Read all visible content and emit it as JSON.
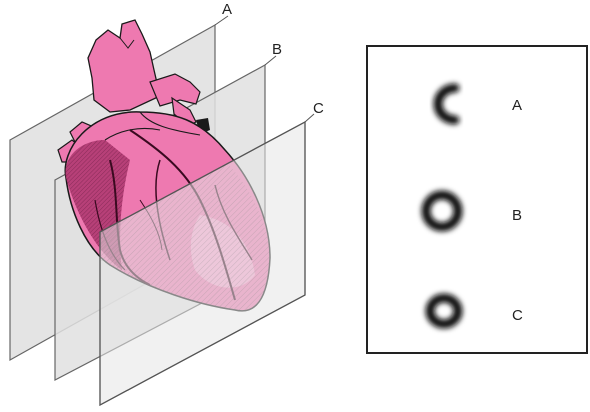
{
  "left_panel": {
    "plane_labels": [
      "A",
      "B",
      "C"
    ]
  },
  "right_panel": {
    "slice_labels": [
      "A",
      "B",
      "C"
    ]
  },
  "colors": {
    "heart_pink": "#ee79b0",
    "heart_shadow": "#9e2f62",
    "heart_highlight": "#f6a3cc",
    "plane_fill": "#e2e2e2",
    "plane_stroke": "#666666",
    "ring_color": "#111111",
    "panel_border": "#222222"
  }
}
